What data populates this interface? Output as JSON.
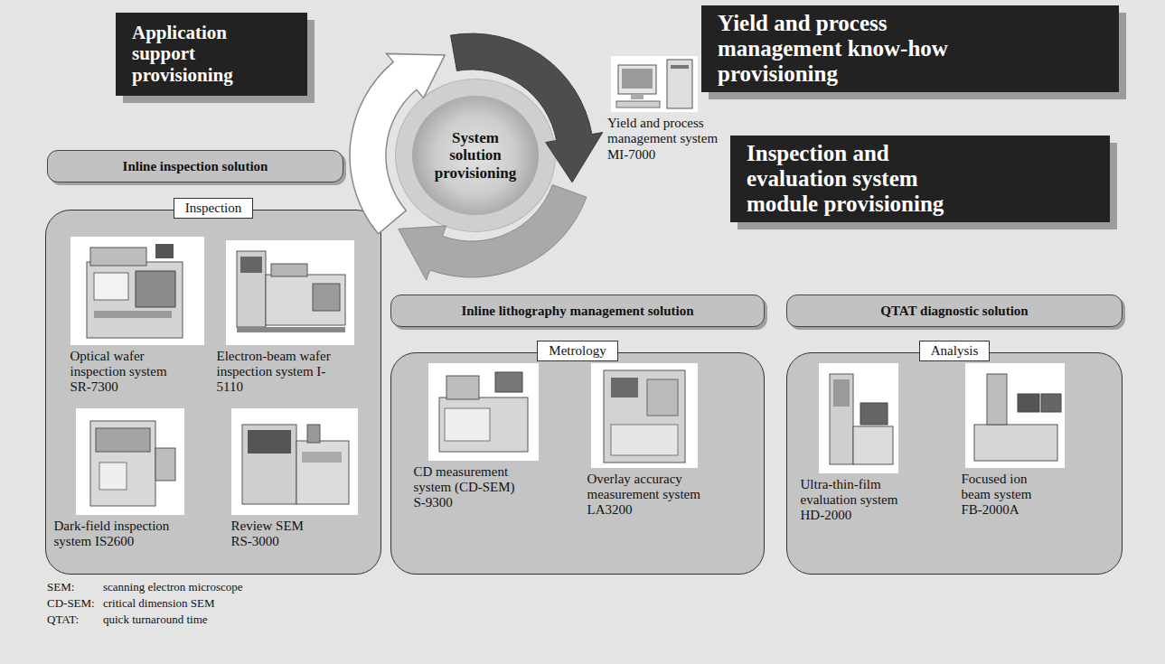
{
  "diagram": {
    "nodes": [
      {
        "text": [
          "Application support provisioning"
        ]
      },
      {
        "text": [
          "Inline inspection solution"
        ]
      },
      {
        "text": [
          "Inspection"
        ]
      },
      {
        "text": [
          "Optical wafer inspection system SR-7300"
        ],
        "in": 2
      },
      {
        "text": [
          "Electron-beam wafer inspection system I-5110"
        ],
        "in": 2
      },
      {
        "text": [
          "Dark-field inspection system IS2600"
        ],
        "in": 2
      },
      {
        "text": [
          "Review SEM RS-3000"
        ],
        "in": 2
      },
      {
        "text": [
          "System solution provisioning"
        ]
      },
      {
        "text": [
          "Yield and process management system MI-7000"
        ]
      },
      {
        "text": [
          "Yield and process management know-how provisioning"
        ]
      },
      {
        "text": [
          "Inspection and evaluation system module provisioning"
        ]
      },
      {
        "text": [
          "Inline lithography management solution"
        ]
      },
      {
        "text": [
          "Metrology"
        ]
      },
      {
        "text": [
          "CD measurement system (CD-SEM) S-9300"
        ],
        "in": 12
      },
      {
        "text": [
          "Overlay accuracy measurement system LA3200"
        ],
        "in": 12
      },
      {
        "text": [
          "QTAT diagnostic solution"
        ]
      },
      {
        "text": [
          "Analysis"
        ]
      },
      {
        "text": [
          "Ultra-thin-film evaluation system HD-2000"
        ],
        "in": 16
      },
      {
        "text": [
          "Focused ion beam system FB-2000A"
        ],
        "in": 16
      }
    ],
    "labels": [
      "SEM:",
      "scanning electron microscope",
      "CD-SEM:",
      "critical dimension SEM",
      "QTAT:",
      "quick turnaround time"
    ]
  }
}
